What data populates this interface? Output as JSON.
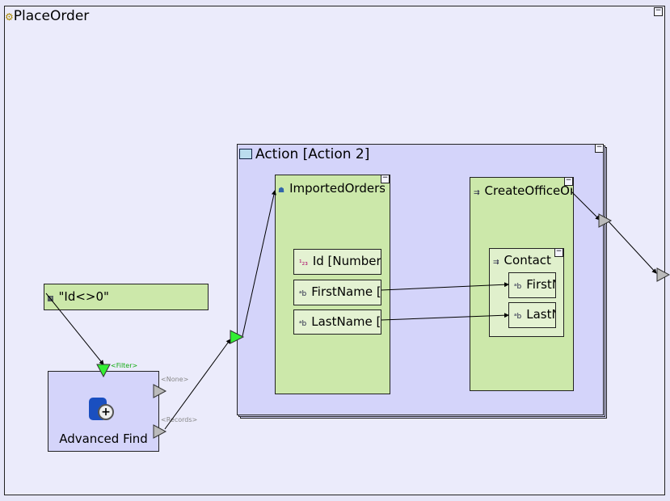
{
  "workflow": {
    "title": "PlaceOrder",
    "icon": "gears-icon"
  },
  "action": {
    "title": "Action [Action 2]",
    "icon": "action-window-icon"
  },
  "imported_orders": {
    "title": "ImportedOrders",
    "icon": "database-icon",
    "fields": [
      {
        "label": "Id [Number]",
        "icon": "number-type-icon",
        "icon_text": "¹₂₃"
      },
      {
        "label": "FirstName [Text]",
        "icon": "text-type-icon",
        "icon_text": "ᵃb"
      },
      {
        "label": "LastName [Text]",
        "icon": "text-type-icon",
        "icon_text": "ᵃb"
      }
    ]
  },
  "create_office": {
    "title": "CreateOfficeOrder",
    "icon": "structure-icon",
    "contact": {
      "title": "Contact",
      "fields": [
        {
          "label": "FirstName",
          "icon_text": "ᵃb"
        },
        {
          "label": "LastName",
          "icon_text": "ᵃb"
        }
      ]
    }
  },
  "filter": {
    "label": "\"Id<>0\"",
    "icon": "expression-icon"
  },
  "advanced_find": {
    "label": "Advanced Find",
    "icon": "database-search-icon",
    "ports": {
      "filter": "<Filter>",
      "none": "<None>",
      "records": "<Records>"
    }
  },
  "colors": {
    "action_bg": "#d4d4fa",
    "node_green": "#cce8aa",
    "port_green": "#33ee33",
    "port_gray": "#bbbbbb"
  }
}
